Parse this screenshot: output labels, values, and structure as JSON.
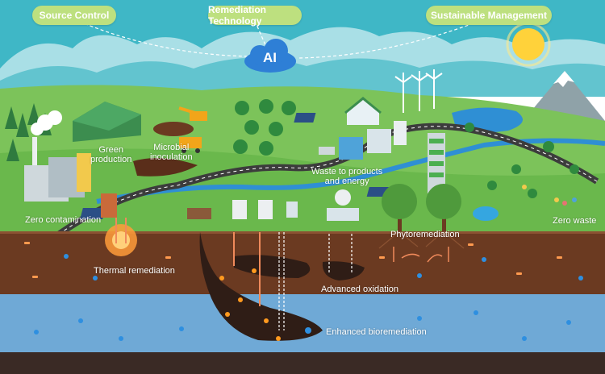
{
  "header": {
    "source_control": "Source Control",
    "remediation_technology": "Remediation Technology",
    "sustainable_management": "Sustainable Management",
    "ai": "AI"
  },
  "labels": {
    "green_production_1": "Green",
    "green_production_2": "production",
    "microbial_1": "Microbial",
    "microbial_2": "inoculation",
    "waste_1": "Waste to products",
    "waste_2": "and energy",
    "zero_contamination": "Zero contamination",
    "zero_waste": "Zero waste",
    "phytoremediation": "Phytoremediation",
    "thermal_remediation": "Thermal remediation",
    "advanced_oxidation": "Advanced oxidation",
    "enhanced_bioremediation": "Enhanced bioremediation"
  },
  "colors": {
    "sky": "#3fb7c6",
    "grass": "#7cc35a",
    "soil": "#6b3a21",
    "groundwater": "#6fa9d6",
    "bedrock": "#3a2a25",
    "pill": "#bde07f",
    "road": "#3c3c3c",
    "river": "#2f8fd4"
  }
}
